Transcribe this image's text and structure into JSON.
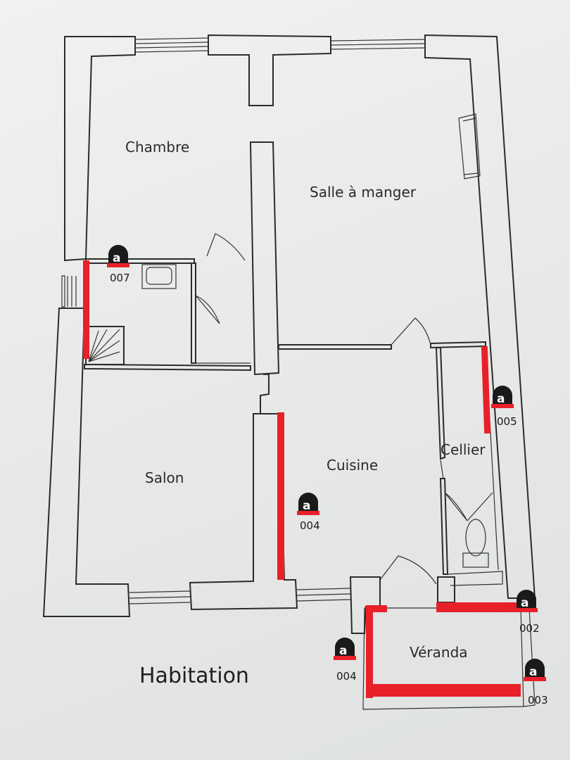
{
  "plan": {
    "title": "Habitation",
    "rooms": {
      "chambre": "Chambre",
      "salle_a_manger": "Salle à manger",
      "salon": "Salon",
      "cuisine": "Cuisine",
      "cellier": "Cellier",
      "veranda": "Véranda"
    },
    "markers": {
      "symbol": "a",
      "m007": "007",
      "m004_kitchen": "004",
      "m005": "005",
      "m002": "002",
      "m003": "003",
      "m004_veranda": "004"
    },
    "colors": {
      "highlight": "#e8202a",
      "walls": "#2b2b2b",
      "paper": "#eceeed"
    }
  }
}
